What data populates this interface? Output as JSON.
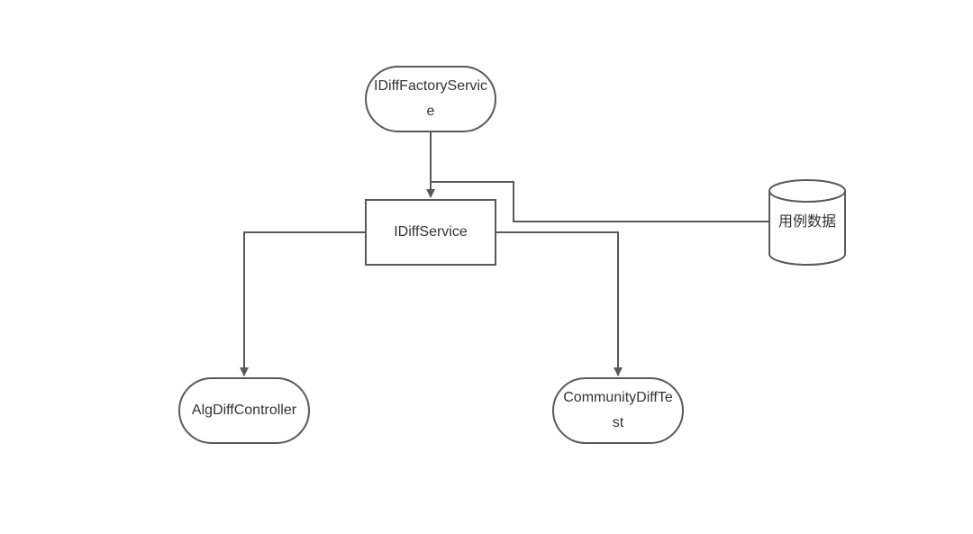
{
  "diagram": {
    "colors": {
      "stroke": "#595959",
      "fill": "#ffffff",
      "text": "#333333"
    },
    "nodes": {
      "factory": {
        "label": "IDiffFactoryService",
        "shape": "rounded"
      },
      "service": {
        "label": "IDiffService",
        "shape": "rectangle"
      },
      "data": {
        "label": "用例数据",
        "shape": "cylinder"
      },
      "alg": {
        "label": "AlgDiffController",
        "shape": "rounded"
      },
      "community": {
        "label": "CommunityDiffTest",
        "shape": "rounded"
      }
    },
    "edges": [
      {
        "from": "factory",
        "to": "service",
        "arrow": true
      },
      {
        "from": "data",
        "to": "service",
        "arrow": false
      },
      {
        "from": "service",
        "to": "alg",
        "arrow": true
      },
      {
        "from": "service",
        "to": "community",
        "arrow": true
      }
    ]
  }
}
